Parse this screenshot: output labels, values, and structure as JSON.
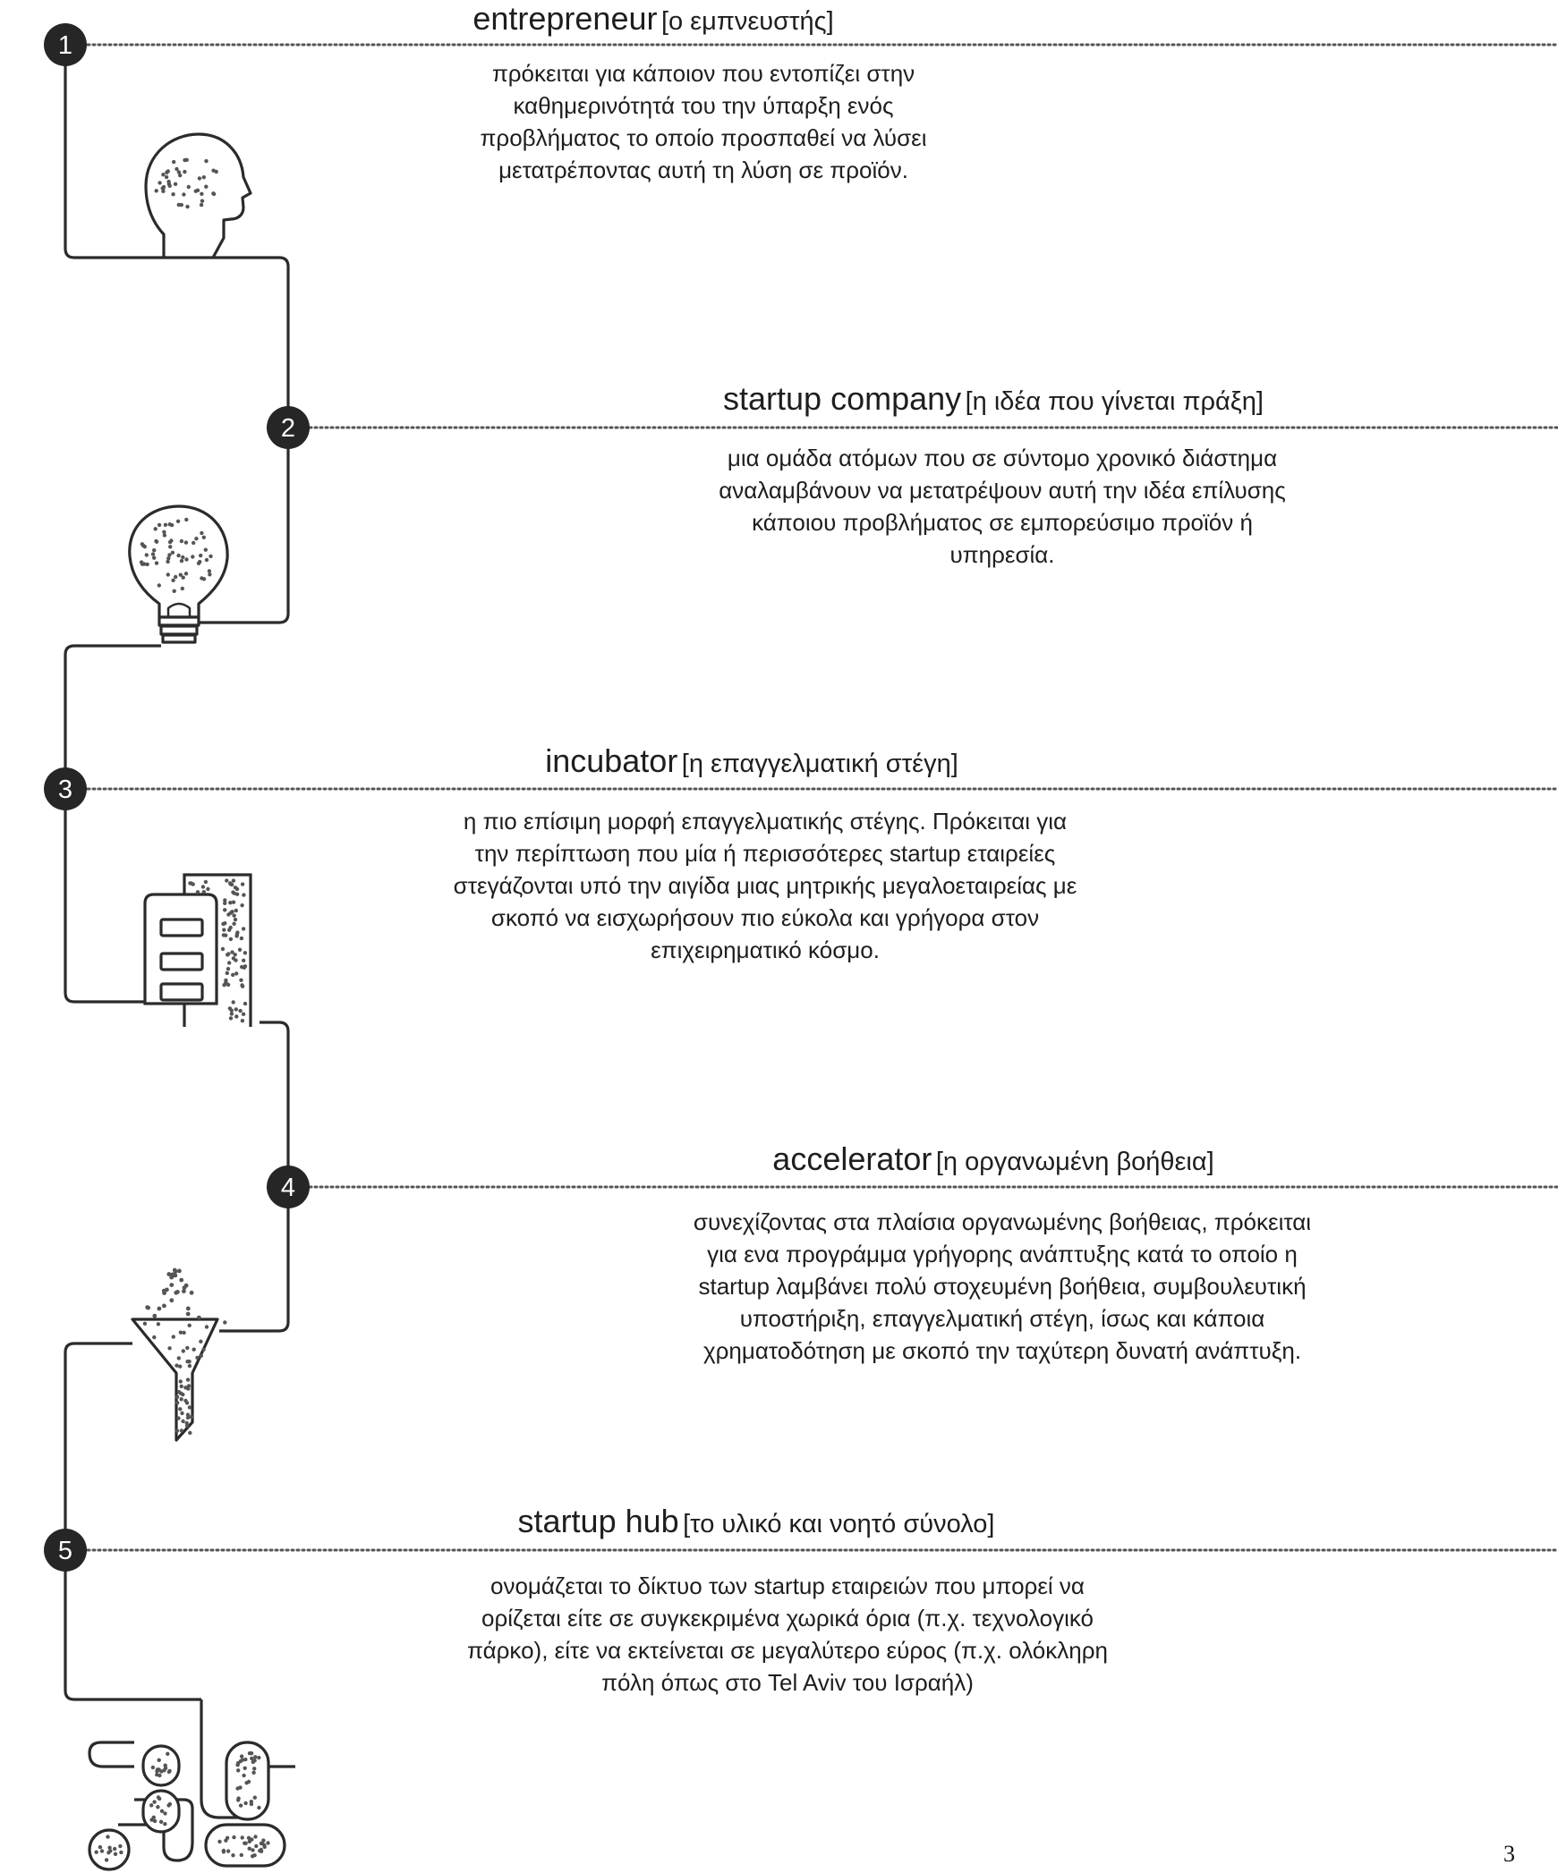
{
  "stages": [
    {
      "number": "1",
      "term": "entrepreneur",
      "tag": "[ο εμπνευστής]",
      "icon": "head-icon",
      "description": "πρόκειται για κάποιον που εντοπίζει στην καθημερινότητά του την ύπαρξη ενός προβλήματος το οποίο προσπαθεί να λύσει μετατρέποντας αυτή τη λύση σε προϊόν."
    },
    {
      "number": "2",
      "term": "startup company",
      "tag": "[η ιδέα που γίνεται πράξη]",
      "icon": "lightbulb-icon",
      "description": "μια ομάδα ατόμων που σε σύντομο χρονικό διάστημα αναλαμβάνουν να μετατρέψουν αυτή την ιδέα επίλυσης κάποιου προβλήματος σε εμπορεύσιμο προϊόν ή υπηρεσία."
    },
    {
      "number": "3",
      "term": "incubator",
      "tag": "[η επαγγελματική στέγη]",
      "icon": "building-icon",
      "description": "η πιο επίσιμη μορφή επαγγελματικής στέγης. Πρόκειται για την περίπτωση που μία ή περισσότερες startup εταιρείες στεγάζονται υπό την αιγίδα μιας μητρικής μεγαλοεταιρείας με σκοπό να εισχωρήσουν πιο εύκολα και γρήγορα στον επιχειρηματικό κόσμο."
    },
    {
      "number": "4",
      "term": "accelerator",
      "tag": "[η οργανωμένη βοήθεια]",
      "icon": "funnel-icon",
      "description": "συνεχίζοντας στα πλαίσια οργανωμένης βοήθειας, πρόκειται για ενα προγράμμα γρήγορης ανάπτυξης κατά το οποίο η startup λαμβάνει πολύ στοχευμένη βοήθεια, συμβουλευτική υποστήριξη, επαγγελματική στέγη, ίσως και κάποια χρηματοδότηση με σκοπό την ταχύτερη δυνατή ανάπτυξη."
    },
    {
      "number": "5",
      "term": "startup hub",
      "tag": "[το υλικό και νοητό σύνολο]",
      "icon": "network-hub-icon",
      "description": "ονομάζεται το δίκτυο των startup εταιρειών που μπορεί να ορίζεται είτε σε συγκεκριμένα χωρικά όρια (π.χ. τεχνολογικό πάρκο), είτε να εκτείνεται σε μεγαλύτερο εύρος (π.χ. ολόκληρη πόλη όπως στο Tel Aviv του Ισραήλ)"
    }
  ],
  "page_number": "3",
  "colors": {
    "line": "#2b2b2b",
    "marker": "#262626",
    "dots": "#555555"
  }
}
